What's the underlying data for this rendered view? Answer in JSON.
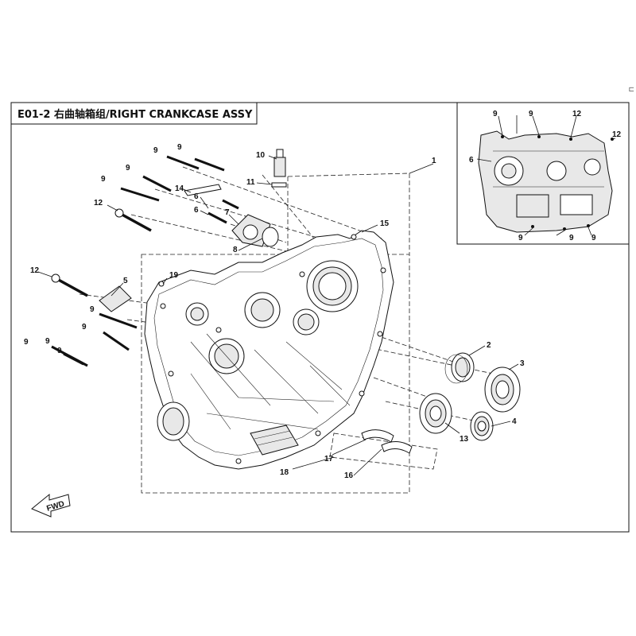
{
  "title": "E01-2 右曲轴箱组/RIGHT CRANKCASE ASSY",
  "fwd_label": "FWD",
  "corner_mark": "⊏",
  "callouts": {
    "c1": "1",
    "c2": "2",
    "c3": "3",
    "c4": "4",
    "c5": "5",
    "c6a": "6",
    "c6b": "6",
    "c7": "7",
    "c8": "8",
    "c9a": "9",
    "c9b": "9",
    "c9c": "9",
    "c9d": "9",
    "c9e": "9",
    "c9f": "9",
    "c9g": "9",
    "c9h": "9",
    "c9i": "9",
    "c10": "10",
    "c11": "11",
    "c12a": "12",
    "c12b": "12",
    "c13": "13",
    "c14": "14",
    "c15": "15",
    "c16": "16",
    "c17": "17",
    "c18": "18",
    "c19": "19"
  },
  "inset_callouts": {
    "i9a": "9",
    "i9b": "9",
    "i12a": "12",
    "i12b": "12",
    "i6": "6",
    "i9c": "9",
    "i9d": "9",
    "i9e": "9"
  }
}
